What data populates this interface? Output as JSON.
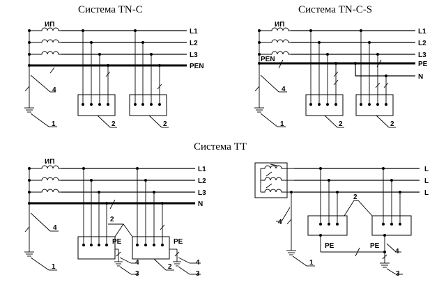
{
  "titles": {
    "tnc": "Система TN-C",
    "tncs": "Система TN-C-S",
    "tt": "Система TT"
  },
  "labels": {
    "ip": "ИП",
    "l1": "L1",
    "l2": "L2",
    "l3": "L3",
    "l": "L",
    "pen": "PEN",
    "pe": "PE",
    "n": "N"
  },
  "numbers": {
    "n1": "1",
    "n2": "2",
    "n3": "3",
    "n4": "4"
  }
}
